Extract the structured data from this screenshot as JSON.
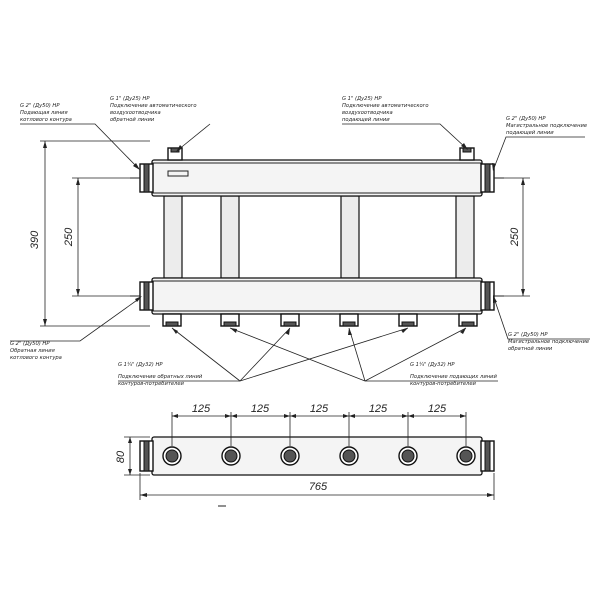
{
  "dimensions": {
    "height_total": "390",
    "height_axis_left": "250",
    "height_axis_right": "250",
    "depth": "80",
    "length_total": "765",
    "pitch": [
      "125",
      "125",
      "125",
      "125",
      "125"
    ]
  },
  "callouts": {
    "top_left_supply": [
      "G 2\" (Ду50) НР",
      "Подающая линия",
      "котлового контура"
    ],
    "top_left_air": [
      "G 1\" (Ду25) НР",
      "Подключение автоматического",
      "воздухоотводчика",
      "обратной линии"
    ],
    "top_right_air": [
      "G 1\" (Ду25) НР",
      "Подключение автоматического",
      "воздухоотводчика",
      "подающей линии"
    ],
    "top_right_supply": [
      "G 2\" (Ду50) НР",
      "Магистральное подключение",
      "подающей линии"
    ],
    "bottom_left_return": [
      "G 2\" (Ду50) НР",
      "Обратная линия",
      "котлового контура"
    ],
    "bottom_return_consumers": [
      "G 1¼\" (Ду32) НР",
      "Подключение обратных линий",
      "контуров-потребителей"
    ],
    "bottom_supply_consumers": [
      "G 1¼\" (Ду32) НР",
      "Подключение подающих линий",
      "контуров-потребителей"
    ],
    "bottom_right_return": [
      "G 2\" (Ду50) НР",
      "Магистральное подключение",
      "обратной линии"
    ]
  },
  "colors": {
    "line": "#222222",
    "body": "#f4f4f4",
    "pipe": "#ececec"
  }
}
